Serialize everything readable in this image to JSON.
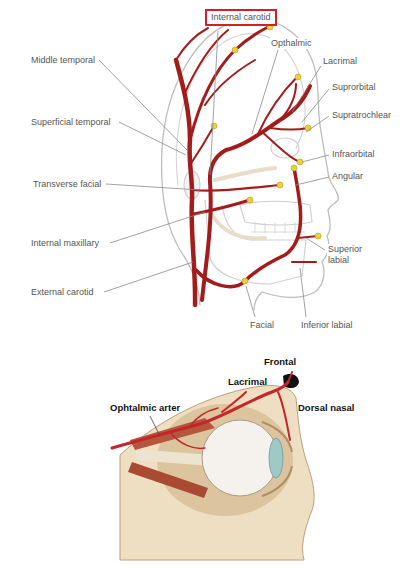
{
  "diagram": {
    "nodes": [
      {
        "text": [
          "Internal carotid"
        ]
      }
    ],
    "labels": [
      "Middle temporal",
      "Opthalmic",
      "Lacrimal",
      "Suprorbital",
      "Supratrochlear",
      "Superficial temporal",
      "Infraorbital",
      "Angular",
      "Transverse facial",
      "Internal maxillary",
      "Superior labial",
      "External carotid",
      "Facial",
      "Inferior labial",
      "Frontal",
      "Lacrimal",
      "Ophtalmic arter",
      "Dorsal nasal"
    ]
  }
}
